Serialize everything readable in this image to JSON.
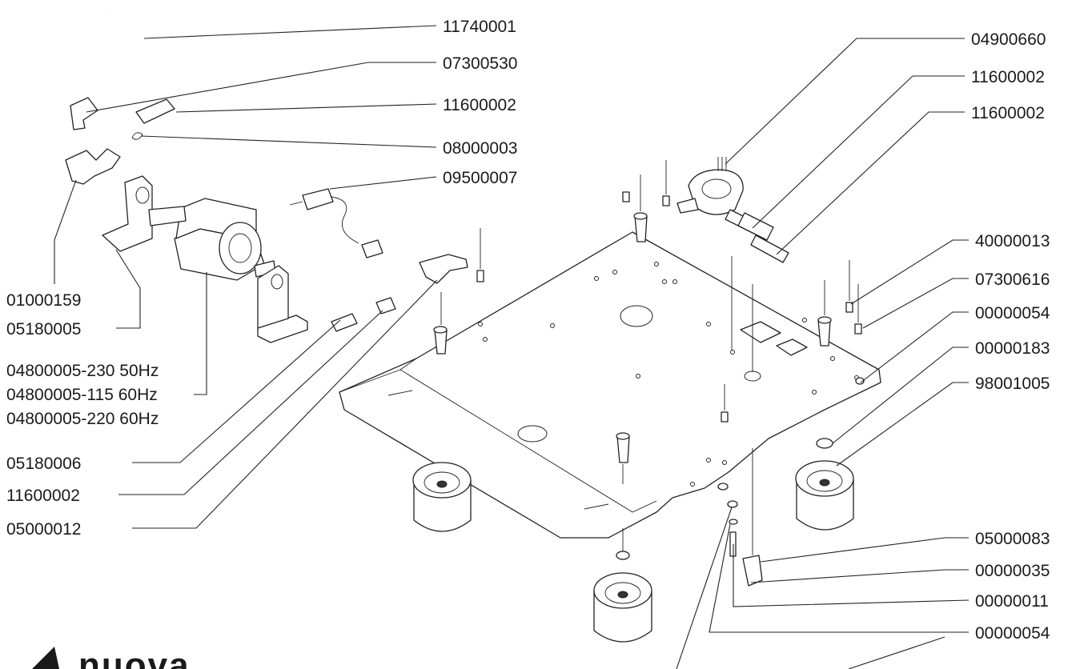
{
  "brand": {
    "logo_text": "nuova"
  },
  "part_labels": [
    {
      "id": "p1",
      "text": "11740001"
    },
    {
      "id": "p2",
      "text": "07300530"
    },
    {
      "id": "p3",
      "text": "11600002"
    },
    {
      "id": "p4",
      "text": "08000003"
    },
    {
      "id": "p5",
      "text": "09500007"
    },
    {
      "id": "p6",
      "text": "01000159"
    },
    {
      "id": "p7",
      "text": "05180005"
    },
    {
      "id": "p8",
      "text": "04800005-230 50Hz"
    },
    {
      "id": "p9",
      "text": "04800005-115 60Hz"
    },
    {
      "id": "p10",
      "text": "04800005-220 60Hz"
    },
    {
      "id": "p11",
      "text": "05180006"
    },
    {
      "id": "p12",
      "text": "11600002"
    },
    {
      "id": "p13",
      "text": "05000012"
    },
    {
      "id": "p14",
      "text": "04900660"
    },
    {
      "id": "p15",
      "text": "11600002"
    },
    {
      "id": "p16",
      "text": "11600002"
    },
    {
      "id": "p17",
      "text": "40000013"
    },
    {
      "id": "p18",
      "text": "07300616"
    },
    {
      "id": "p19",
      "text": "00000054"
    },
    {
      "id": "p20",
      "text": "00000183"
    },
    {
      "id": "p21",
      "text": "98001005"
    },
    {
      "id": "p22",
      "text": "05000083"
    },
    {
      "id": "p23",
      "text": "00000035"
    },
    {
      "id": "p24",
      "text": "00000011"
    },
    {
      "id": "p25",
      "text": "00000054"
    }
  ]
}
